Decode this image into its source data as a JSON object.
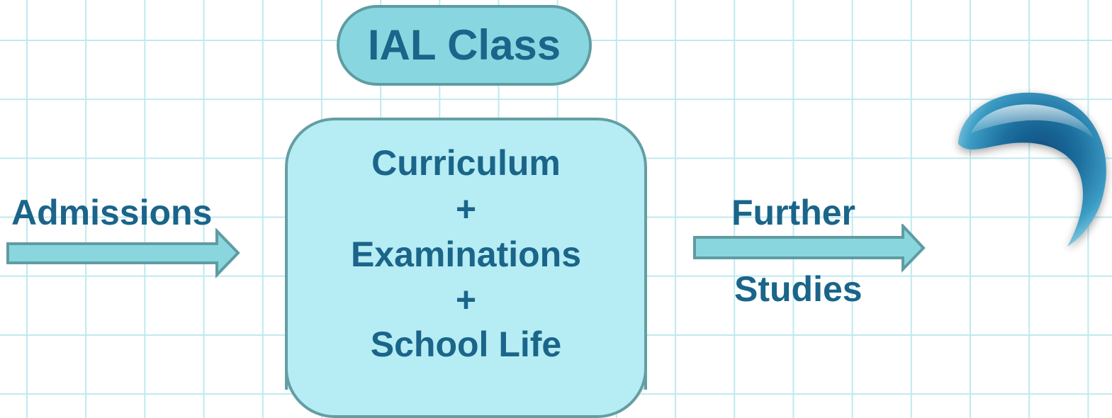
{
  "diagram": {
    "title": "IAL Class",
    "center_box": {
      "lines": [
        "Curriculum",
        "+",
        "Examinations",
        "+",
        "School Life"
      ]
    },
    "input": {
      "label": "Admissions"
    },
    "output": {
      "label_line1": "Further",
      "label_line2": "Studies"
    },
    "decoration": "crescent-logo"
  },
  "colors": {
    "text": "#1a6589",
    "pill_fill": "#88d7e0",
    "box_fill": "#b6ecf4",
    "arrow_fill": "#8ad6df",
    "outline": "#5f9ca2",
    "grid": "#bfe9ef",
    "crescent": "#1d6f9e"
  }
}
